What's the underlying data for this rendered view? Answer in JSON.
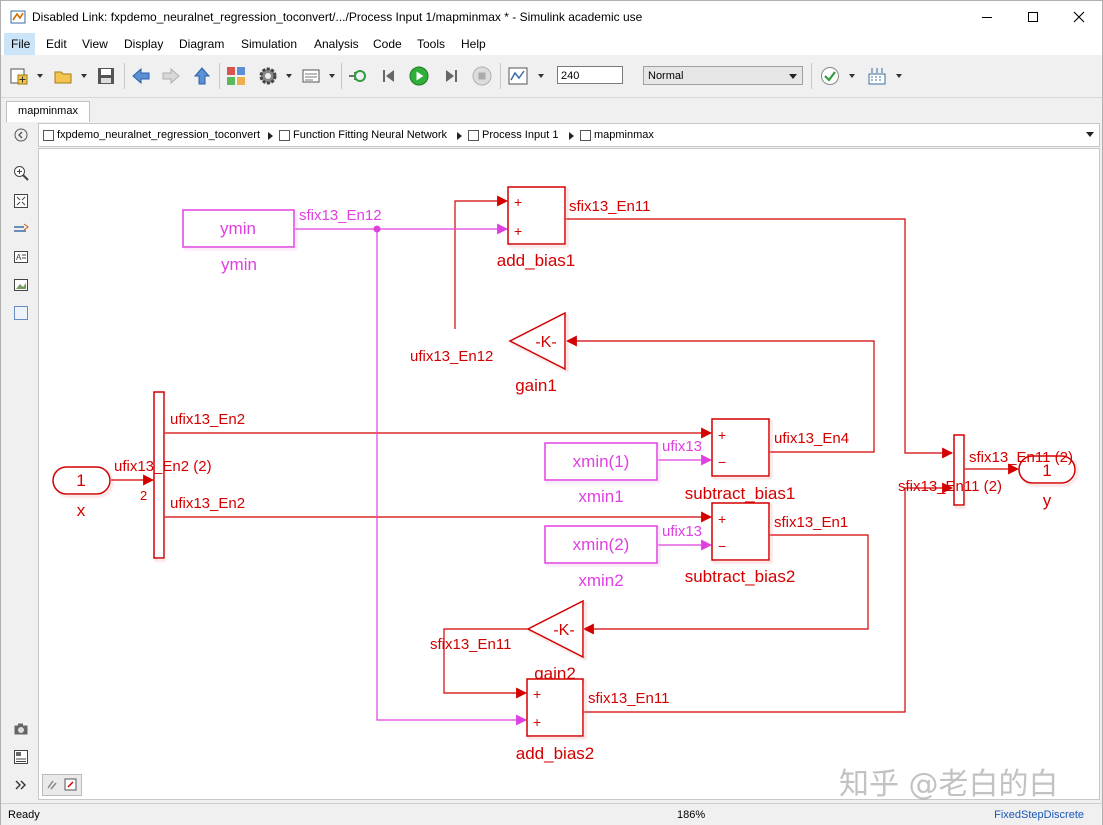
{
  "window": {
    "title": "Disabled Link: fxpdemo_neuralnet_regression_toconvert/.../Process Input 1/mapminmax * - Simulink academic use"
  },
  "menu": [
    "File",
    "Edit",
    "View",
    "Display",
    "Diagram",
    "Simulation",
    "Analysis",
    "Code",
    "Tools",
    "Help"
  ],
  "toolbar": {
    "stop_time": "240",
    "sim_mode": "Normal"
  },
  "tab": {
    "label": "mapminmax"
  },
  "breadcrumb": [
    "fxpdemo_neuralnet_regression_toconvert",
    "Function Fitting Neural Network",
    "Process Input 1",
    "mapminmax"
  ],
  "diagram": {
    "blocks": {
      "ymin": {
        "text": "ymin",
        "name": "ymin"
      },
      "add_bias1": {
        "name": "add_bias1",
        "sign1": "+",
        "sign2": "+"
      },
      "gain1": {
        "text": "-K-",
        "name": "gain1"
      },
      "x": {
        "text": "1",
        "name": "x"
      },
      "xmin1": {
        "text": "xmin(1)",
        "name": "xmin1"
      },
      "subtract_bias1": {
        "name": "subtract_bias1",
        "sign1": "+",
        "sign2": "−"
      },
      "xmin2": {
        "text": "xmin(2)",
        "name": "xmin2"
      },
      "subtract_bias2": {
        "name": "subtract_bias2",
        "sign1": "+",
        "sign2": "−"
      },
      "gain2": {
        "text": "-K-",
        "name": "gain2"
      },
      "add_bias2": {
        "name": "add_bias2",
        "sign1": "+",
        "sign2": "+"
      },
      "y": {
        "text": "1",
        "name": "y"
      },
      "demux_port2": "2"
    },
    "signals": {
      "ymin_out": "sfix13_En12",
      "add_bias1_out": "sfix13_En11",
      "gain1_out": "ufix13_En12",
      "x_out": "ufix13_En2 (2)",
      "demux_out1": "ufix13_En2",
      "demux_out2": "ufix13_En2",
      "xmin1_out": "ufix13",
      "subtract_bias1_out": "ufix13_En4",
      "xmin2_out": "ufix13",
      "subtract_bias2_out": "sfix13_En1",
      "gain2_out": "sfix13_En11",
      "add_bias2_out": "sfix13_En11",
      "mux_out": "sfix13_En11 (2)",
      "mux_in": "sfix13_En11 (2)"
    }
  },
  "status": {
    "ready": "Ready",
    "zoom": "186%",
    "solver": "FixedStepDiscrete"
  },
  "watermark": "知乎 @老白的白",
  "colors": {
    "signal_red": "#d40000",
    "constant_magenta": "#e040e0"
  }
}
